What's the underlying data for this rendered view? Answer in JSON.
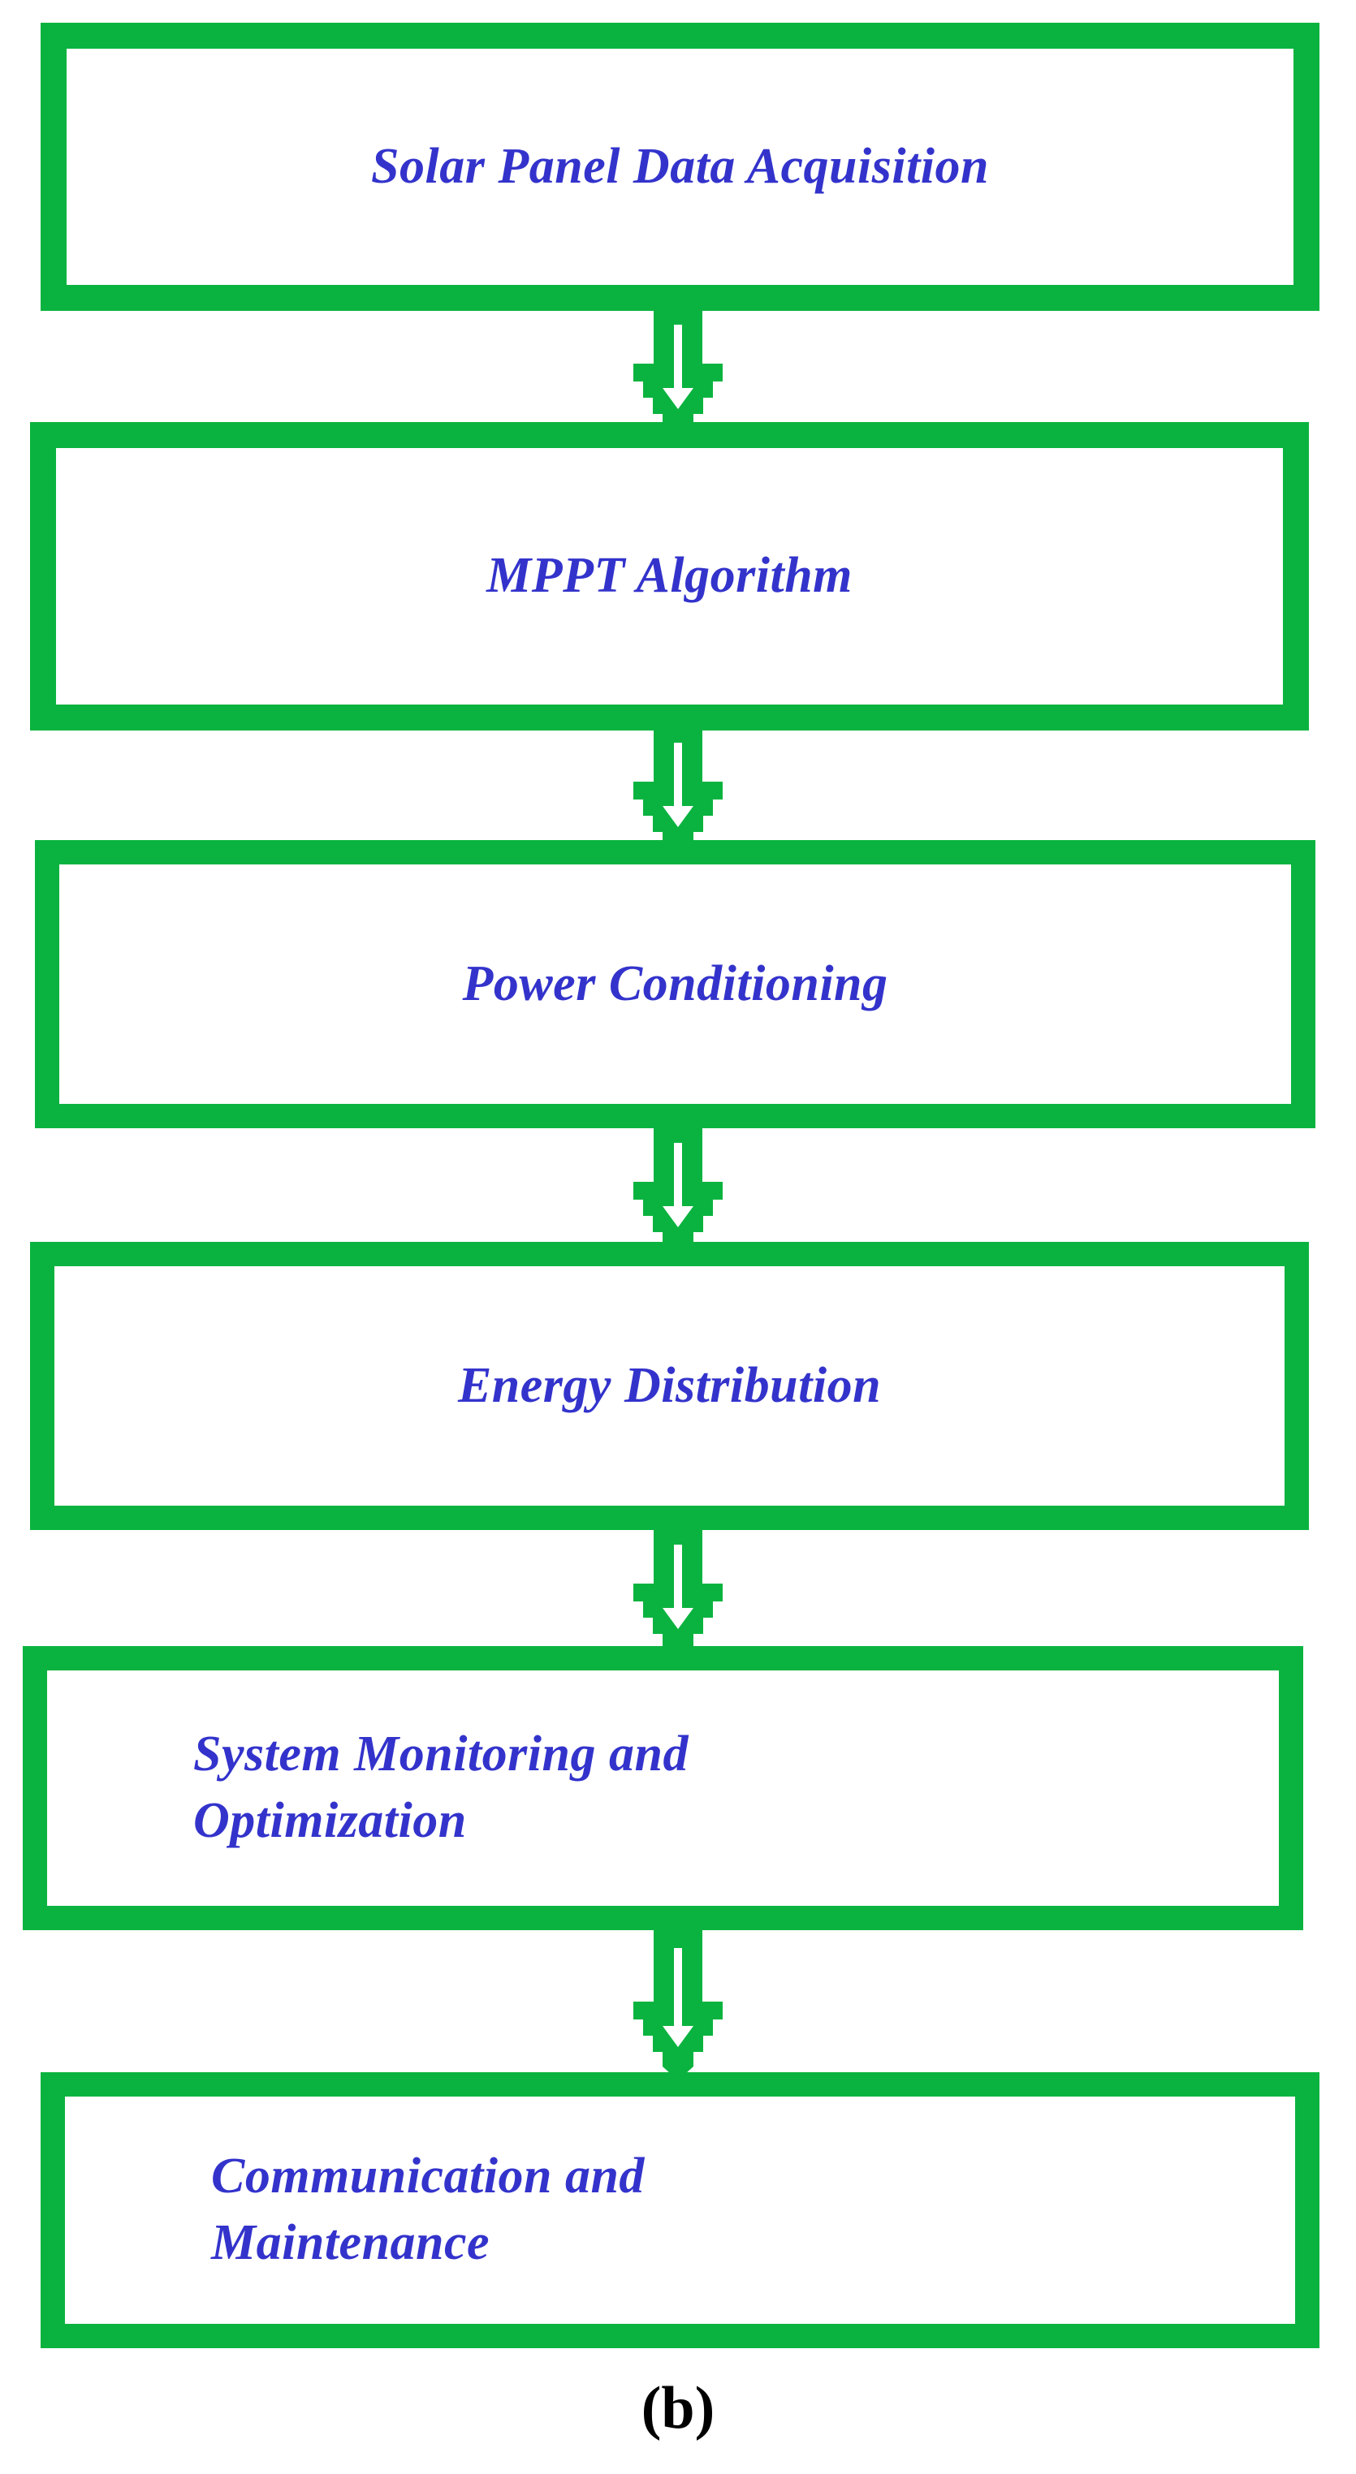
{
  "figure": {
    "caption": "(b)",
    "type": "flowchart",
    "orientation": "vertical",
    "colors": {
      "box_border": "#0AB33F",
      "box_fill": "#FFFFFF",
      "label_text": "#3333CC",
      "arrow": "#0AB33F",
      "caption_text": "#000000",
      "background": "#FFFFFF"
    }
  },
  "nodes": [
    {
      "id": "solar-panel-data-acquisition",
      "label": "Solar Panel Data Acquisition",
      "lines": [
        "Solar Panel Data Acquisition"
      ],
      "order": 1
    },
    {
      "id": "mppt-algorithm",
      "label": "MPPT Algorithm",
      "lines": [
        "MPPT Algorithm"
      ],
      "order": 2
    },
    {
      "id": "power-conditioning",
      "label": "Power Conditioning",
      "lines": [
        "Power Conditioning"
      ],
      "order": 3
    },
    {
      "id": "energy-distribution",
      "label": "Energy Distribution",
      "lines": [
        "Energy Distribution"
      ],
      "order": 4
    },
    {
      "id": "system-monitoring-and-optimization",
      "label": "System Monitoring and\nOptimization",
      "lines": [
        "System Monitoring and",
        "Optimization"
      ],
      "order": 5
    },
    {
      "id": "communication-and-maintenance",
      "label": "Communication and\nMaintenance",
      "lines": [
        "Communication and",
        "Maintenance"
      ],
      "order": 6
    }
  ],
  "edges": [
    {
      "from": "solar-panel-data-acquisition",
      "to": "mppt-algorithm",
      "style": "arrow-down"
    },
    {
      "from": "mppt-algorithm",
      "to": "power-conditioning",
      "style": "arrow-down"
    },
    {
      "from": "power-conditioning",
      "to": "energy-distribution",
      "style": "arrow-down"
    },
    {
      "from": "energy-distribution",
      "to": "system-monitoring-and-optimization",
      "style": "arrow-down"
    },
    {
      "from": "system-monitoring-and-optimization",
      "to": "communication-and-maintenance",
      "style": "arrow-down"
    }
  ]
}
